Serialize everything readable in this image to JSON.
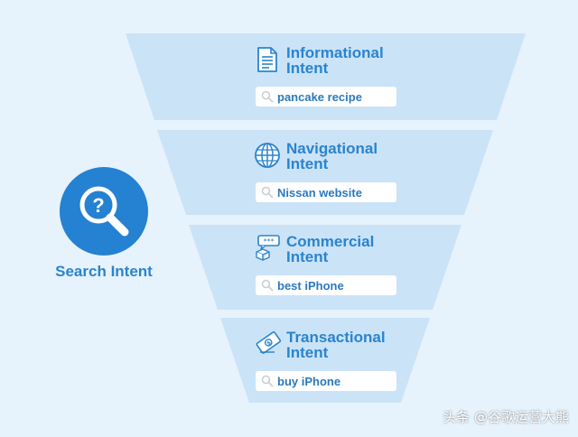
{
  "hub": {
    "icon": "search-question-icon",
    "label": "Search Intent"
  },
  "bands": [
    {
      "icon": "document-icon",
      "title_line1": "Informational",
      "title_line2": "Intent",
      "query": "pancake recipe"
    },
    {
      "icon": "globe-icon",
      "title_line1": "Navigational",
      "title_line2": "Intent",
      "query": "Nissan website"
    },
    {
      "icon": "review-box-icon",
      "title_line1": "Commercial",
      "title_line2": "Intent",
      "query": "best iPhone"
    },
    {
      "icon": "money-icon",
      "title_line1": "Transactional",
      "title_line2": "Intent",
      "query": "buy iPhone"
    }
  ],
  "watermark": "头条 @谷歌运营大熊",
  "colors": {
    "background": "#e6f2fc",
    "band_fill": "#cbe3f7",
    "accent": "#2a84cf",
    "hub_fill": "#2581d1"
  }
}
